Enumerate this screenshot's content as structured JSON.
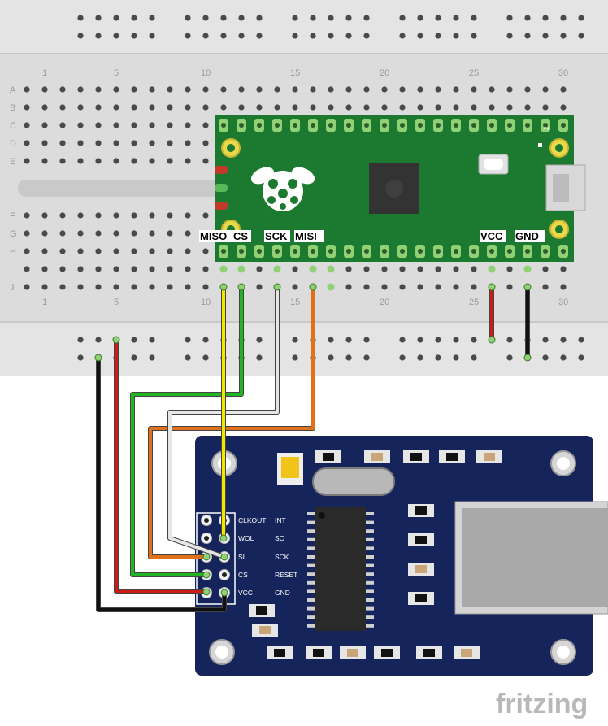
{
  "breadboard": {
    "row_labels_top": [
      "A",
      "B",
      "C",
      "D",
      "E"
    ],
    "row_labels_bottom": [
      "F",
      "G",
      "H",
      "I",
      "J"
    ],
    "column_labels": [
      "1",
      "5",
      "10",
      "15",
      "20",
      "25",
      "30"
    ]
  },
  "pico": {
    "pin_labels": {
      "miso": "MISO",
      "cs": "CS",
      "sck": "SCK",
      "mosi": "MISI",
      "vcc": "VCC",
      "gnd": "GND"
    },
    "corner_marks": [
      "1",
      "2"
    ]
  },
  "module": {
    "left_labels": [
      "CLKOUT",
      "WOL",
      "SI",
      "CS",
      "VCC"
    ],
    "right_labels": [
      "INT",
      "SO",
      "SCK",
      "RESET",
      "GND"
    ]
  },
  "wire_colors": {
    "miso": "#f2e600",
    "cs": "#22b523",
    "sck": "#e6e6e6",
    "mosi": "#e07019",
    "vcc": "#cc1b10",
    "gnd": "#111111"
  },
  "watermark": "fritzing"
}
